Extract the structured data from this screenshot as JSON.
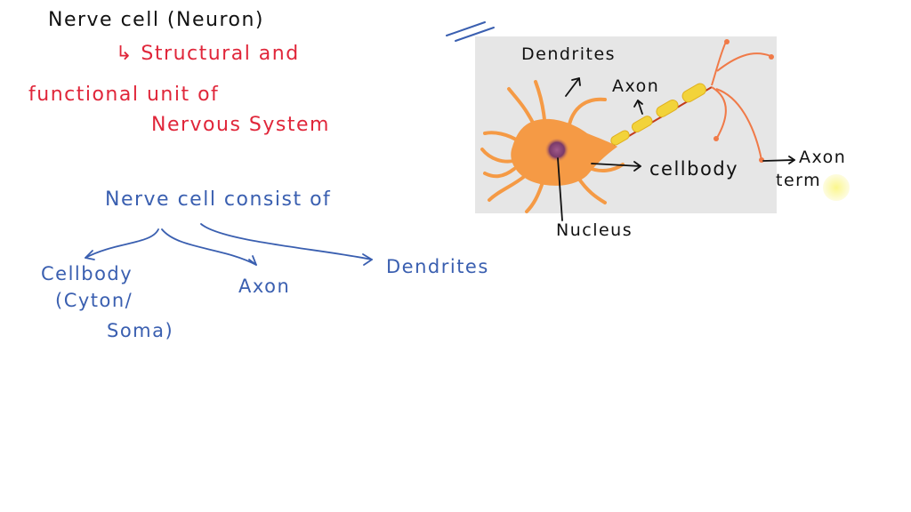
{
  "notes": {
    "title": "Nerve cell (Neuron)",
    "definition_line1": "↳ Structural and",
    "definition_line2": "functional unit of",
    "definition_line3": "Nervous System",
    "consists_heading": "Nerve cell consist of",
    "parts": [
      {
        "label": "Cellbody"
      },
      {
        "label": "(Cyton/"
      },
      {
        "label": "Soma)"
      },
      {
        "label": "Axon"
      },
      {
        "label": "Dendrites"
      }
    ]
  },
  "diagram": {
    "labels": {
      "dendrites": "Dendrites",
      "axon": "Axon",
      "cellbody": "cellbody",
      "nucleus": "Nucleus",
      "axon_terminal_1": "Axon",
      "axon_terminal_2": "term"
    }
  },
  "colors": {
    "heading_ink": "#111111",
    "definition_ink": "#e0263a",
    "list_ink": "#3a5fb0",
    "panel_bg": "#e6e6e6",
    "neuron_body": "#f59a45",
    "nucleus": "#7a3a6a",
    "myelin": "#f2d33a",
    "pointer_highlight": "#f8f080"
  }
}
